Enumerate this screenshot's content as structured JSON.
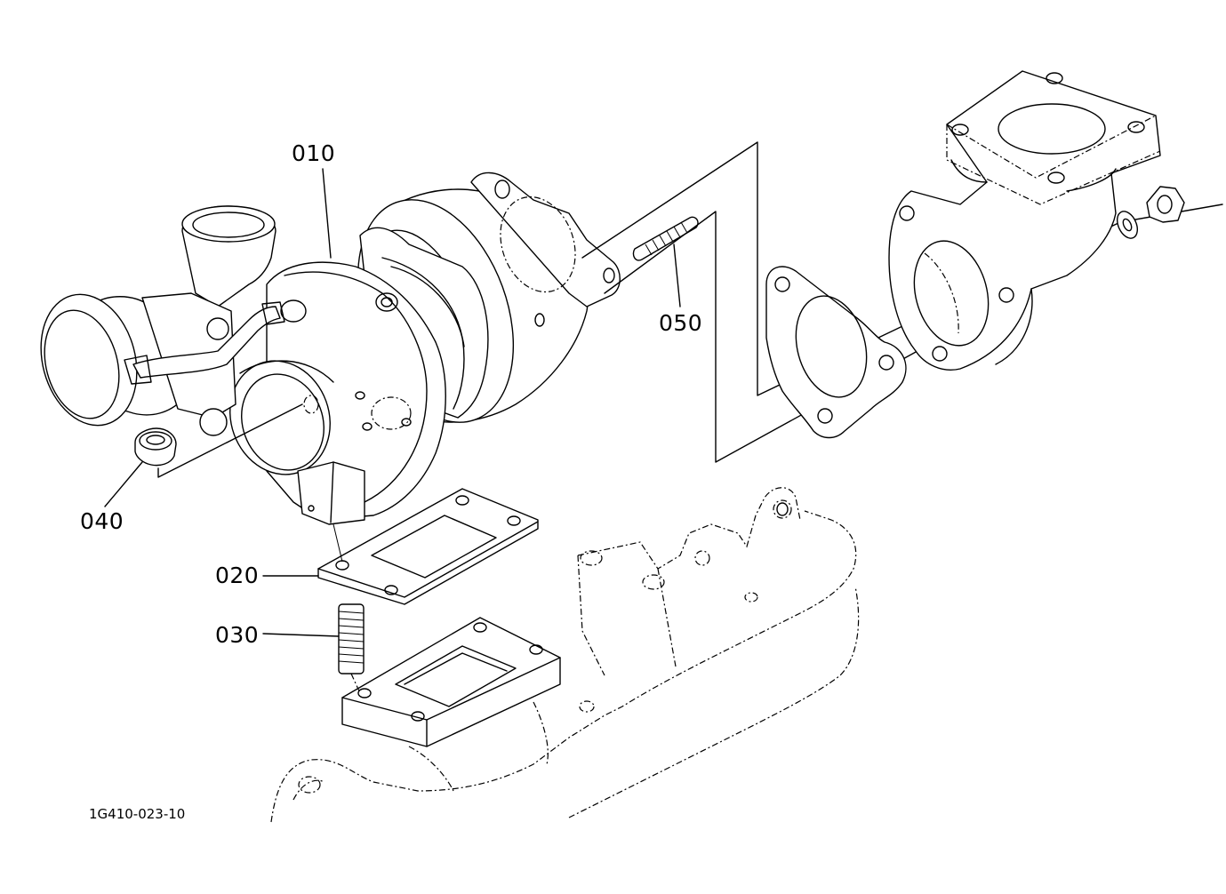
{
  "diagram": {
    "callouts": {
      "turbocharger": "010",
      "gasket_flange": "020",
      "stud_bolt": "030",
      "nut": "040",
      "stud_exhaust": "050"
    },
    "figure_code": "1G410-023-10"
  }
}
